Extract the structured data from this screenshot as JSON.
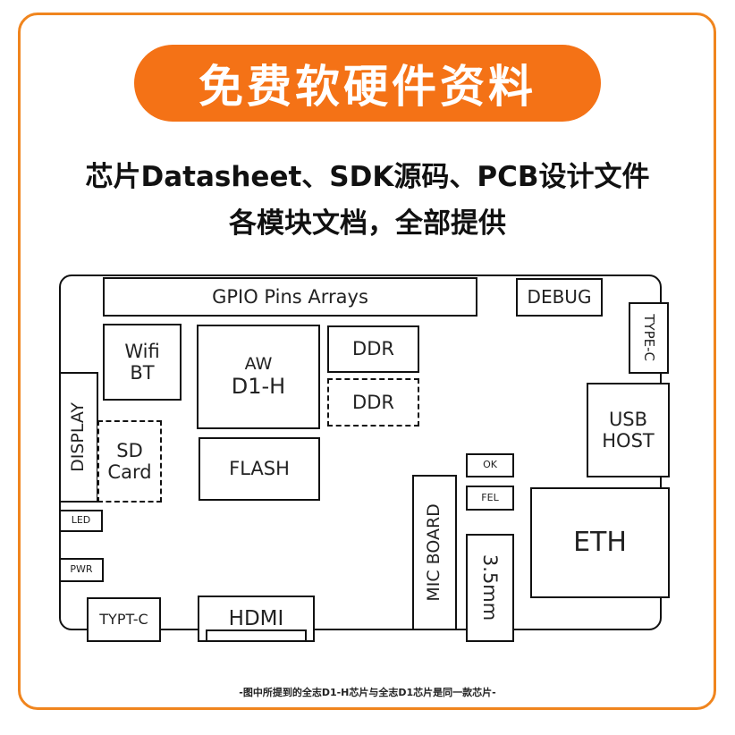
{
  "banner": "免费软硬件资料",
  "subtitle_line1": "芯片Datasheet、SDK源码、PCB设计文件",
  "subtitle_line2": "各模块文档，全部提供",
  "board": {
    "gpio": "GPIO Pins Arrays",
    "debug": "DEBUG",
    "typec_right": "TYPE-C",
    "wifi": "Wifi",
    "bt": "BT",
    "aw": "AW",
    "d1h": "D1-H",
    "ddr1": "DDR",
    "ddr2": "DDR",
    "usb1": "USB",
    "usb2": "HOST",
    "display": "DISPLAY",
    "sd1": "SD",
    "sd2": "Card",
    "flash": "FLASH",
    "ok": "OK",
    "fel": "FEL",
    "mic": "MIC BOARD",
    "audio": "3.5mm",
    "eth": "ETH",
    "led": "LED",
    "pwr": "PWR",
    "typt": "TYPT-C",
    "hdmi": "HDMI"
  },
  "footnote": "-图中所提到的全志D1-H芯片与全志D1芯片是同一款芯片-"
}
